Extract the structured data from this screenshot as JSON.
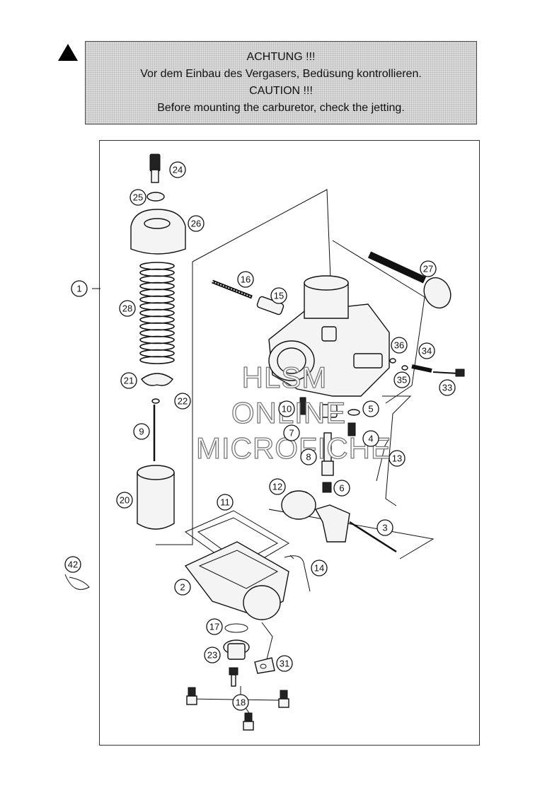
{
  "warning": {
    "lines": [
      "ACHTUNG !!!",
      "Vor dem Einbau des Vergasers, Bedüsung kontrollieren.",
      "CAUTION !!!",
      "Before mounting the carburetor, check the jetting."
    ]
  },
  "callouts": [
    {
      "id": "1",
      "label": "1"
    },
    {
      "id": "2",
      "label": "2"
    },
    {
      "id": "3",
      "label": "3"
    },
    {
      "id": "4",
      "label": "4"
    },
    {
      "id": "5",
      "label": "5"
    },
    {
      "id": "6",
      "label": "6"
    },
    {
      "id": "7",
      "label": "7"
    },
    {
      "id": "8",
      "label": "8"
    },
    {
      "id": "9",
      "label": "9"
    },
    {
      "id": "10",
      "label": "10"
    },
    {
      "id": "11",
      "label": "11"
    },
    {
      "id": "12",
      "label": "12"
    },
    {
      "id": "13",
      "label": "13"
    },
    {
      "id": "14",
      "label": "14"
    },
    {
      "id": "15",
      "label": "15"
    },
    {
      "id": "16",
      "label": "16"
    },
    {
      "id": "17",
      "label": "17"
    },
    {
      "id": "18",
      "label": "18"
    },
    {
      "id": "20",
      "label": "20"
    },
    {
      "id": "21",
      "label": "21"
    },
    {
      "id": "22",
      "label": "22"
    },
    {
      "id": "23",
      "label": "23"
    },
    {
      "id": "24",
      "label": "24"
    },
    {
      "id": "25",
      "label": "25"
    },
    {
      "id": "26",
      "label": "26"
    },
    {
      "id": "27",
      "label": "27"
    },
    {
      "id": "28",
      "label": "28"
    },
    {
      "id": "31",
      "label": "31"
    },
    {
      "id": "33",
      "label": "33"
    },
    {
      "id": "34",
      "label": "34"
    },
    {
      "id": "35",
      "label": "35"
    },
    {
      "id": "36",
      "label": "36"
    },
    {
      "id": "42",
      "label": "42"
    }
  ],
  "watermark": {
    "lines": [
      "HLSM",
      "ONLINE",
      "MICROFICHE"
    ]
  }
}
